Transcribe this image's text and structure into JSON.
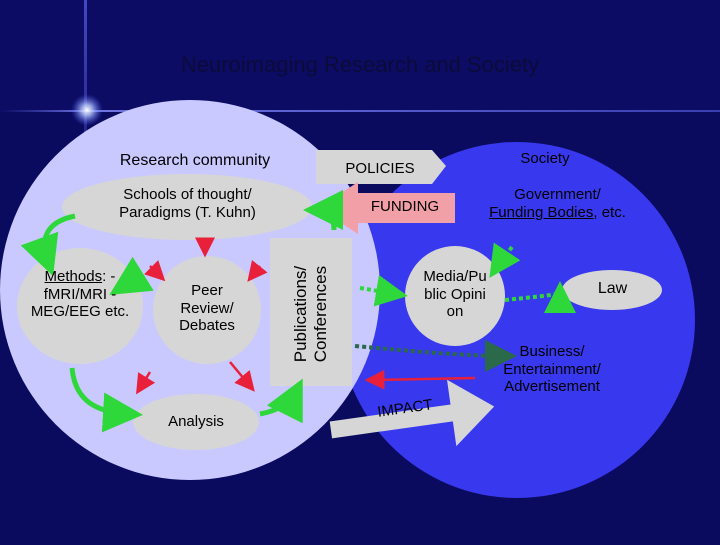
{
  "title": "Neuroimaging Research and Society",
  "research_community": {
    "label": "Research community",
    "schools": "Schools of thought/ Paradigms (T. Kuhn)",
    "methods": {
      "heading": "Methods",
      "rest": ": -fMRI/MRI -MEG/EEG etc."
    },
    "peer_review": "Peer Review/ Debates",
    "publications": "Publications/ Conferences",
    "analysis": "Analysis"
  },
  "policies": "POLICIES",
  "funding": "FUNDING",
  "impact": "IMPACT",
  "society": {
    "label": "Society",
    "government": {
      "line1": "Government/",
      "underlined": "Funding Bodies",
      "rest": ", etc."
    },
    "media": "Media/Public Opinion",
    "law": "Law",
    "business": "Business/ Entertainment/ Advertisement"
  },
  "colors": {
    "background": "#0a0a5e",
    "research_circle": "#c9c9ff",
    "society_circle": "#3838ee",
    "inner_ellipse": "#d6d6d6",
    "arrow_green": "#2fd83a",
    "arrow_red": "#e8203a",
    "funding_arrow": "#f2a0a8"
  }
}
